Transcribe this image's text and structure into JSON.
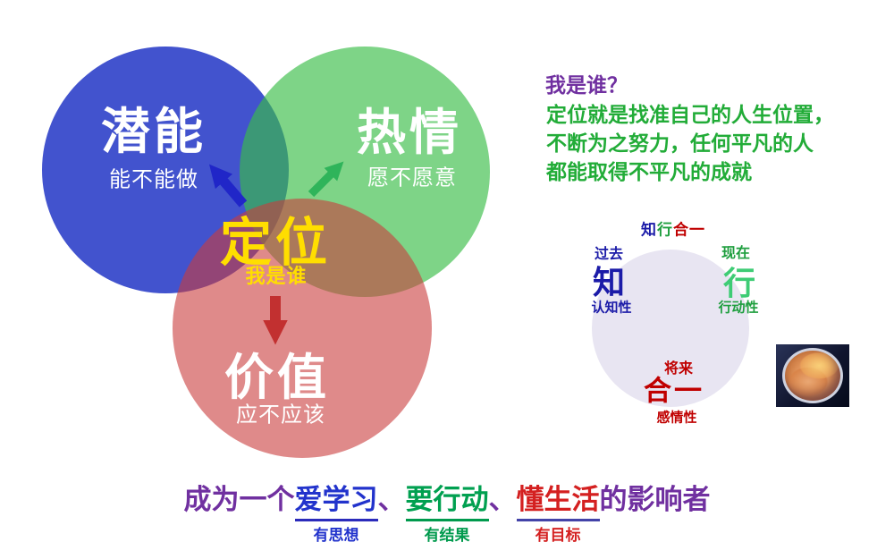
{
  "venn": {
    "circles": [
      {
        "id": "potential",
        "label": "潜能",
        "sublabel": "能不能做",
        "color": "#4253CE"
      },
      {
        "id": "passion",
        "label": "热情",
        "sublabel": "愿不愿意",
        "color": "#7ED487"
      },
      {
        "id": "value",
        "label": "价值",
        "sublabel": "应不应该",
        "color": "#DF8A8A"
      }
    ],
    "center": {
      "label": "定位",
      "sublabel": "我是谁",
      "text_color": "#FFDE00"
    },
    "arrow_colors": {
      "to_potential": "#2026C8",
      "to_passion": "#2FB45A",
      "to_value": "#C23030"
    }
  },
  "intro": {
    "question": "我是谁？",
    "question_color": "#7030A0",
    "lines": [
      "定位就是找准自己的人生位置，",
      "不断为之努力，任何平凡的人",
      "都能取得不平凡的成就"
    ],
    "text_color": "#22AC38"
  },
  "unity": {
    "title": {
      "zhi": "知",
      "xing": "行",
      "heyi": "合一"
    },
    "know": {
      "time": "过去",
      "char": "知",
      "nature": "认知性",
      "color": "#1B1BA8"
    },
    "act": {
      "time": "现在",
      "char": "行",
      "nature": "行动性",
      "color": "#1E9E3E"
    },
    "unite": {
      "time": "将来",
      "chars": "合一",
      "nature": "感情性",
      "color": "#C00000"
    },
    "bg_circle_color": "#E8E5F2",
    "icons": {
      "embryo": "embryo-cell-image"
    }
  },
  "slogan": {
    "prefix": "成为一个",
    "comma": "、",
    "phrases": [
      {
        "text": "爱学习",
        "note": "有思想",
        "color": "#2233CC"
      },
      {
        "text": "要行动",
        "note": "有结果",
        "color": "#00A050"
      },
      {
        "text": "懂生活",
        "note": "有目标",
        "color": "#D42020"
      }
    ],
    "suffix": "的影响者",
    "base_color": "#7030A0"
  }
}
